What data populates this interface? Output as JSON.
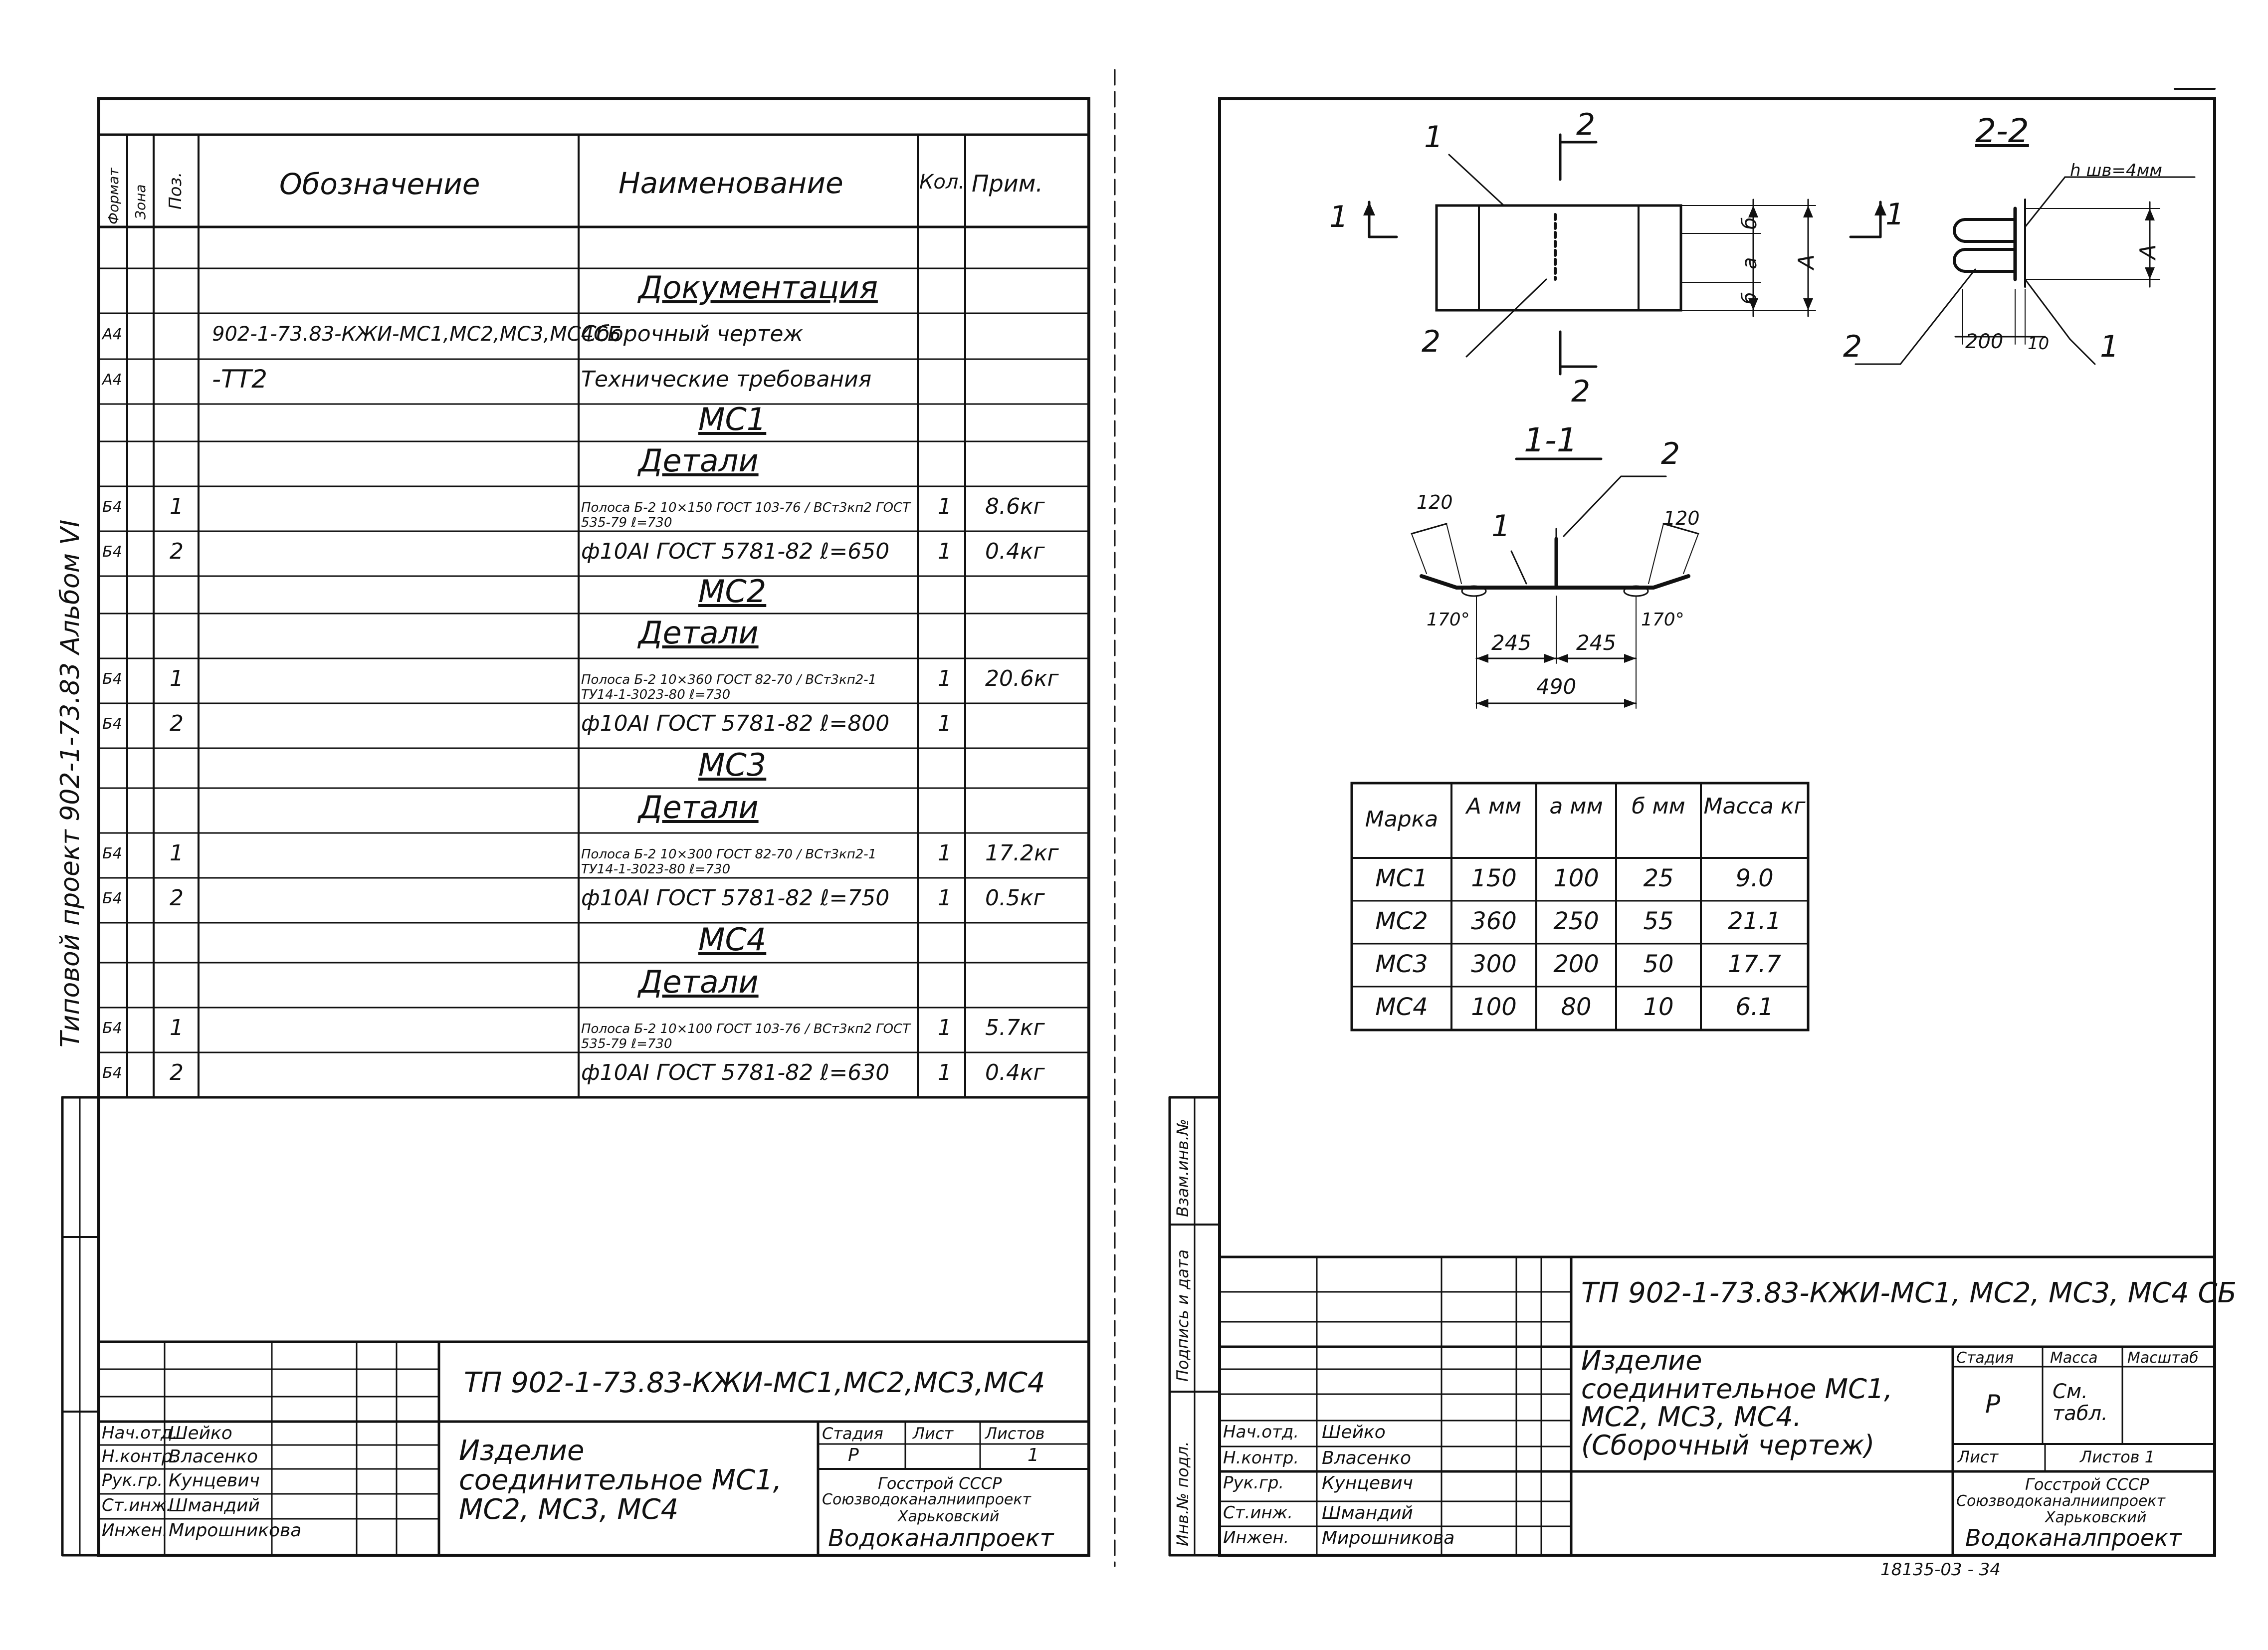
{
  "left_sheet": {
    "side_caption": "Типовой проект 902-1-73.83 Альбом VI",
    "header": {
      "format": "Формат",
      "zone": "Зона",
      "pos": "Поз.",
      "designation": "Обозначение",
      "name": "Наименование",
      "qty": "Кол.",
      "note": "Прим."
    },
    "rows": [
      {
        "format": "",
        "pos": "",
        "designation": "",
        "name": "Документация",
        "qty": "",
        "note": "",
        "section": true
      },
      {
        "format": "А4",
        "pos": "",
        "designation": "902-1-73.83-КЖИ-МС1,МС2,МС3,МС4СБ",
        "name": "Сборочный чертеж",
        "qty": "",
        "note": ""
      },
      {
        "format": "А4",
        "pos": "",
        "designation": "-ТТ2",
        "name": "Технические требования",
        "qty": "",
        "note": ""
      },
      {
        "format": "",
        "pos": "",
        "designation": "",
        "name": "МС1",
        "qty": "",
        "note": "",
        "section": true
      },
      {
        "format": "",
        "pos": "",
        "designation": "",
        "name": "Детали",
        "qty": "",
        "note": "",
        "section": true
      },
      {
        "format": "Б4",
        "pos": "1",
        "designation": "",
        "name": "Полоса Б-2 10×150 ГОСТ 103-76 / ВСт3кп2 ГОСТ 535-79 ℓ=730",
        "qty": "1",
        "note": "8.6кг"
      },
      {
        "format": "Б4",
        "pos": "2",
        "designation": "",
        "name": "ф10АI ГОСТ 5781-82 ℓ=650",
        "qty": "1",
        "note": "0.4кг"
      },
      {
        "format": "",
        "pos": "",
        "designation": "",
        "name": "МС2",
        "qty": "",
        "note": "",
        "section": true
      },
      {
        "format": "",
        "pos": "",
        "designation": "",
        "name": "Детали",
        "qty": "",
        "note": "",
        "section": true
      },
      {
        "format": "Б4",
        "pos": "1",
        "designation": "",
        "name": "Полоса Б-2 10×360 ГОСТ 82-70 / ВСт3кп2-1 ТУ14-1-3023-80 ℓ=730",
        "qty": "1",
        "note": "20.6кг"
      },
      {
        "format": "Б4",
        "pos": "2",
        "designation": "",
        "name": "ф10АI ГОСТ 5781-82 ℓ=800",
        "qty": "1",
        "note": ""
      },
      {
        "format": "",
        "pos": "",
        "designation": "",
        "name": "МС3",
        "qty": "",
        "note": "",
        "section": true
      },
      {
        "format": "",
        "pos": "",
        "designation": "",
        "name": "Детали",
        "qty": "",
        "note": "",
        "section": true
      },
      {
        "format": "Б4",
        "pos": "1",
        "designation": "",
        "name": "Полоса Б-2 10×300 ГОСТ 82-70 / ВСт3кп2-1 ТУ14-1-3023-80 ℓ=730",
        "qty": "1",
        "note": "17.2кг"
      },
      {
        "format": "Б4",
        "pos": "2",
        "designation": "",
        "name": "ф10АI ГОСТ 5781-82 ℓ=750",
        "qty": "1",
        "note": "0.5кг"
      },
      {
        "format": "",
        "pos": "",
        "designation": "",
        "name": "МС4",
        "qty": "",
        "note": "",
        "section": true
      },
      {
        "format": "",
        "pos": "",
        "designation": "",
        "name": "Детали",
        "qty": "",
        "note": "",
        "section": true
      },
      {
        "format": "Б4",
        "pos": "1",
        "designation": "",
        "name": "Полоса Б-2 10×100 ГОСТ 103-76 / ВСт3кп2 ГОСТ 535-79 ℓ=730",
        "qty": "1",
        "note": "5.7кг"
      },
      {
        "format": "Б4",
        "pos": "2",
        "designation": "",
        "name": "ф10АI ГОСТ 5781-82 ℓ=630",
        "qty": "1",
        "note": "0.4кг"
      }
    ],
    "stamp": {
      "code": "ТП 902-1-73.83-КЖИ-МС1,МС2,МС3,МС4",
      "title": "Изделие соединительное МС1, МС2, МС3, МС4",
      "stage_h": "Стадия",
      "sheet_h": "Лист",
      "sheets_h": "Листов",
      "stage": "Р",
      "sheet": "",
      "sheets": "1",
      "org1": "Госстрой СССР",
      "org2": "Союзводоканалниипроект",
      "org3": "Харьковский",
      "org4": "Водоканалпроект",
      "people": [
        {
          "role": "Нач.отд.",
          "name": "Шейко"
        },
        {
          "role": "Н.контр.",
          "name": "Власенко"
        },
        {
          "role": "Рук.гр.",
          "name": "Кунцевич"
        },
        {
          "role": "Ст.инж.",
          "name": "Шмандий"
        },
        {
          "role": "Инжен.",
          "name": "Мирошникова"
        }
      ]
    }
  },
  "right_sheet": {
    "side_labels": [
      "Инв.№ подл.",
      "Подпись и дата",
      "Взам.инв.№"
    ],
    "drawing": {
      "plan_callouts": {
        "p1": "1",
        "p2": "2",
        "sec": "2",
        "sec_b": "2",
        "cut": "1",
        "cut_r": "1",
        "dim_b1": "б",
        "dim_a": "а",
        "dim_b2": "б",
        "dim_A": "А"
      },
      "s22": {
        "title": "2-2",
        "weld": "h шв=4мм",
        "dim_A": "А",
        "p2": "2",
        "p1": "1",
        "d200": "200",
        "d10": "10"
      },
      "s11": {
        "title": "1-1",
        "p1": "1",
        "p2": "2",
        "d120l": "120",
        "d120r": "120",
        "a170l": "170°",
        "a170r": "170°",
        "d245l": "245",
        "d245r": "245",
        "d490": "490"
      }
    },
    "table": {
      "headers": [
        "Марка",
        "А мм",
        "а мм",
        "б мм",
        "Масса кг"
      ],
      "rows": [
        [
          "МС1",
          "150",
          "100",
          "25",
          "9.0"
        ],
        [
          "МС2",
          "360",
          "250",
          "55",
          "21.1"
        ],
        [
          "МС3",
          "300",
          "200",
          "50",
          "17.7"
        ],
        [
          "МС4",
          "100",
          "80",
          "10",
          "6.1"
        ]
      ]
    },
    "stamp": {
      "code": "ТП 902-1-73.83-КЖИ-МС1, МС2, МС3, МС4 СБ",
      "title": "Изделие соединительное МС1, МС2, МС3, МС4. (Сборочный чертеж)",
      "stage_h": "Стадия",
      "mass_h": "Масса",
      "scale_h": "Масштаб",
      "stage": "Р",
      "mass": "См. табл.",
      "sheet_h": "Лист",
      "sheets_h": "Листов 1",
      "org1": "Госстрой СССР",
      "org2": "Союзводоканалниипроект",
      "org3": "Харьковский",
      "org4": "Водоканалпроект",
      "people": [
        {
          "role": "Нач.отд.",
          "name": "Шейко"
        },
        {
          "role": "Н.контр.",
          "name": "Власенко"
        },
        {
          "role": "Рук.гр.",
          "name": "Кунцевич"
        },
        {
          "role": "Ст.инж.",
          "name": "Шмандий"
        },
        {
          "role": "Инжен.",
          "name": "Мирошникова"
        }
      ]
    },
    "bottom_note": "18135-03 - 34"
  }
}
